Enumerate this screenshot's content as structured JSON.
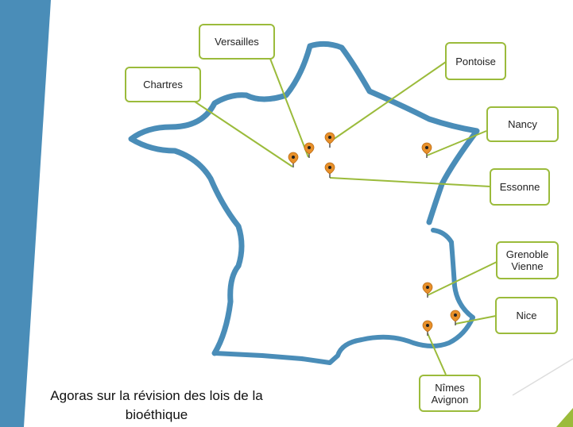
{
  "slide": {
    "title": "Agoras sur la révision des lois de la bioéthique",
    "colors": {
      "accent_blue": "#4a8db8",
      "accent_green": "#9bbb3b",
      "pin": "#e8902a"
    }
  },
  "locations": [
    {
      "name": "chartres",
      "label": "Chartres"
    },
    {
      "name": "versailles",
      "label": "Versailles"
    },
    {
      "name": "pontoise",
      "label": "Pontoise"
    },
    {
      "name": "nancy",
      "label": "Nancy"
    },
    {
      "name": "essonne",
      "label": "Essonne"
    },
    {
      "name": "grenoble-vienne",
      "label": "Grenoble\nVienne"
    },
    {
      "name": "nice",
      "label": "Nice"
    },
    {
      "name": "nimes-avignon",
      "label": "Nîmes\nAvignon"
    }
  ]
}
